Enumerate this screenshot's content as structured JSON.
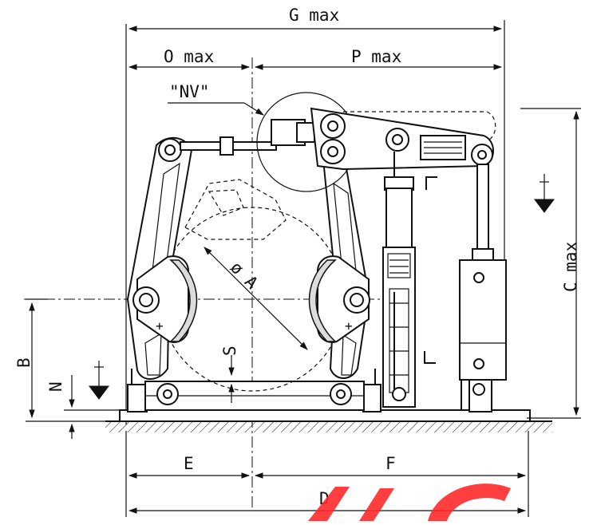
{
  "dimensions": {
    "g_max": "G max",
    "o_max": "O max",
    "p_max": "P max",
    "nv": "\"NV\"",
    "phi_a": "ø A",
    "s": "S",
    "b": "B",
    "n": "N",
    "c_max": "C max",
    "e": "E",
    "f": "F",
    "d": "D"
  },
  "colors": {
    "line": "#111111",
    "watermark": "#ff2a2a"
  }
}
